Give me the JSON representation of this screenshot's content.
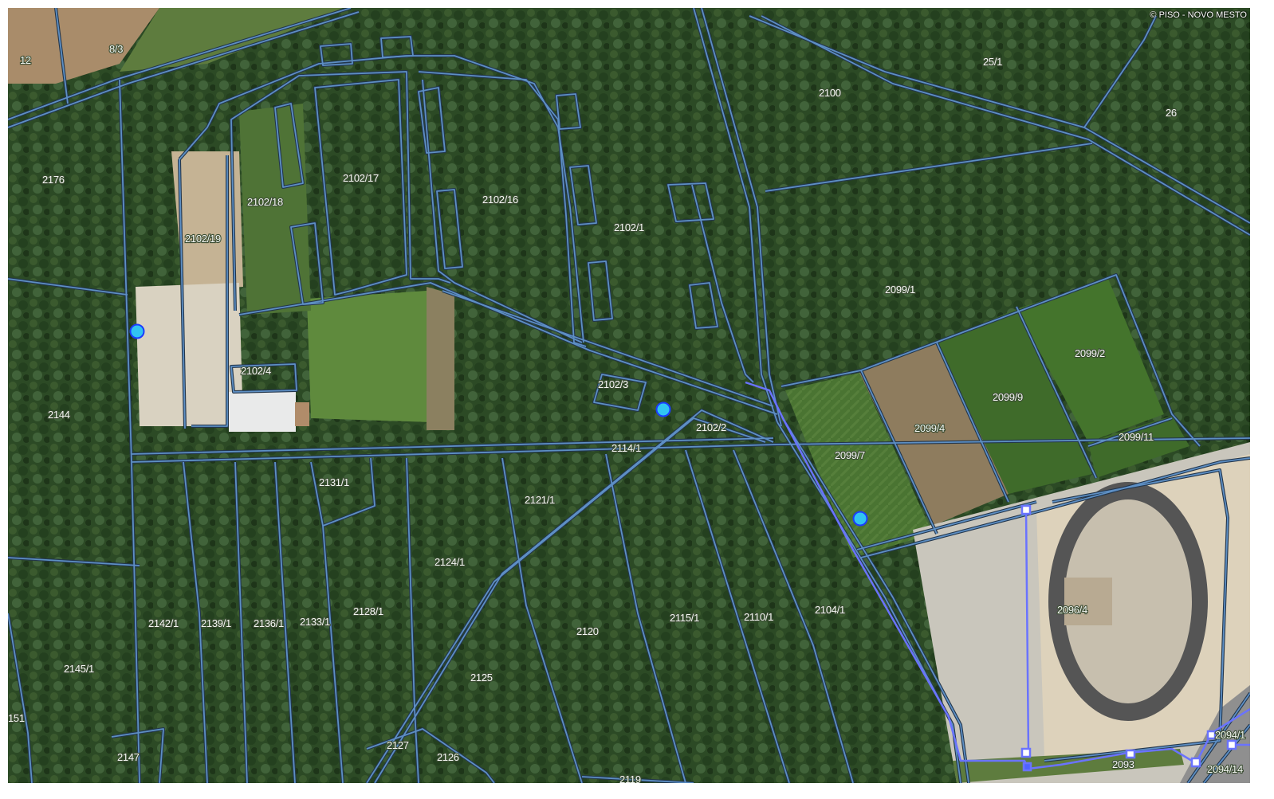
{
  "map": {
    "copyright": "© PISO - NOVO MESTO",
    "colors": {
      "forest": "#2c4a25",
      "meadow": "#587a3a",
      "field_brown": "#8e7c5e",
      "field_green": "#3f6b2a",
      "parcel_line": "#4e7fb3",
      "parcel_line_dark": "#23364c",
      "marker": "#31c4f2",
      "network": "#6a73ff"
    },
    "parcel_labels": [
      "12",
      "8/3",
      "2176",
      "2102/18",
      "2102/17",
      "2102/16",
      "2102/19",
      "2102/1",
      "2100",
      "25/1",
      "26",
      "2099/1",
      "2099/2",
      "2099/9",
      "2099/4",
      "2099/11",
      "2099/7",
      "2102/4",
      "2102/3",
      "2102/2",
      "2114/1",
      "2144",
      "2131/1",
      "2121/1",
      "2124/1",
      "2142/1",
      "2139/1",
      "2136/1",
      "2133/1",
      "2128/1",
      "2120",
      "2115/1",
      "2110/1",
      "2104/1",
      "2096/4",
      "2145/1",
      "2125",
      "151",
      "2147",
      "2127",
      "2126",
      "2119",
      "2094/1",
      "2094/14",
      "2093"
    ],
    "markers": [
      {
        "name": "survey-point-west"
      },
      {
        "name": "survey-point-center"
      },
      {
        "name": "survey-point-east"
      }
    ]
  }
}
